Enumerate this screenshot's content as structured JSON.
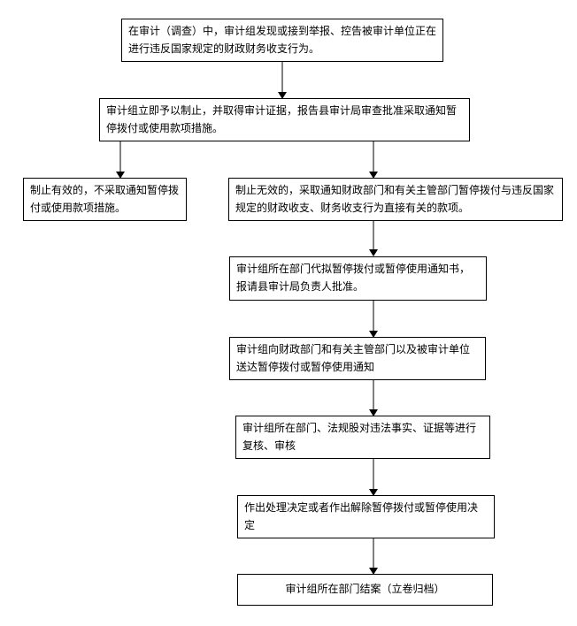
{
  "flowchart": {
    "nodes": [
      {
        "id": "n1",
        "text": "在审计（调查）中，审计组发现或接到举报、控告被审计单位正在进行违反国家规定的财政财务收支行为。"
      },
      {
        "id": "n2",
        "text": "审计组立即予以制止，并取得审计证据，报告县审计局审查批准采取通知暂停拨付或使用款项措施。"
      },
      {
        "id": "n3",
        "text": "制止有效的，不采取通知暂停拨付或使用款项措施。"
      },
      {
        "id": "n4",
        "text": "制止无效的，采取通知财政部门和有关主管部门暂停拨付与违反国家规定的财政收支、财务收支行为直接有关的款项。"
      },
      {
        "id": "n5",
        "text": "审计组所在部门代拟暂停拨付或暂停使用通知书，报请县审计局负责人批准。"
      },
      {
        "id": "n6",
        "text": "审计组向财政部门和有关主管部门以及被审计单位送达暂停拨付或暂停使用通知"
      },
      {
        "id": "n7",
        "text": "审计组所在部门、法规股对违法事实、证据等进行复核、审核"
      },
      {
        "id": "n8",
        "text": "作出处理决定或者作出解除暂停拨付或暂停使用决定"
      },
      {
        "id": "n9",
        "text": "审计组所在部门结案（立卷归档）"
      }
    ],
    "edges": [
      {
        "from": "n1",
        "to": "n2"
      },
      {
        "from": "n2",
        "to": "n3"
      },
      {
        "from": "n2",
        "to": "n4"
      },
      {
        "from": "n4",
        "to": "n5"
      },
      {
        "from": "n5",
        "to": "n6"
      },
      {
        "from": "n6",
        "to": "n7"
      },
      {
        "from": "n7",
        "to": "n8"
      },
      {
        "from": "n8",
        "to": "n9"
      }
    ]
  }
}
